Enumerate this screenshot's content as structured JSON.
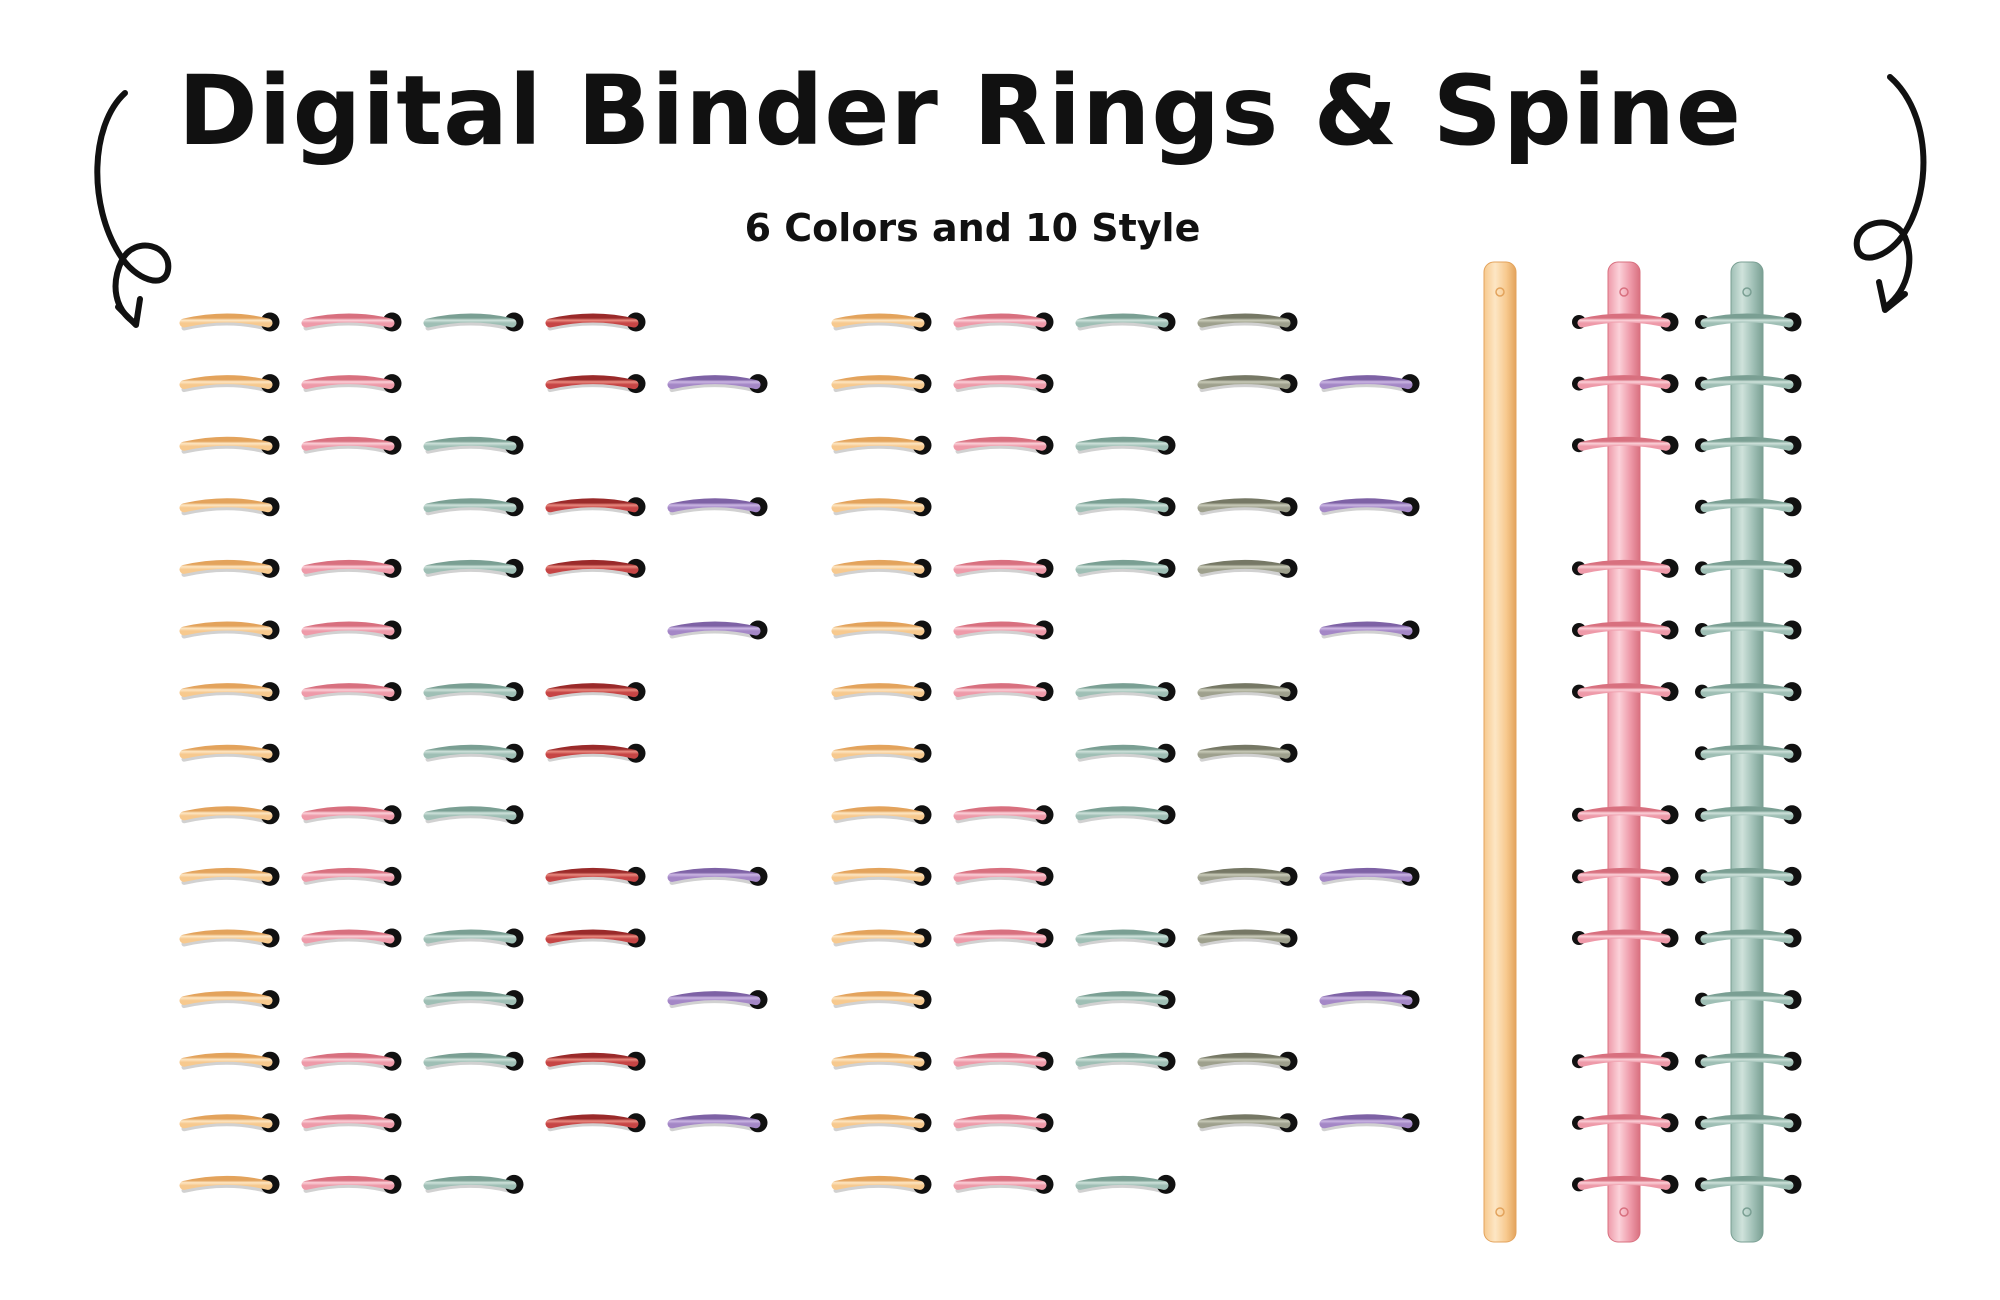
{
  "header": {
    "title": "Digital Binder Rings & Spine",
    "subtitle": "6 Colors and 10 Style"
  },
  "colors": {
    "peach": {
      "main": "#f7c98e",
      "light": "#fde6c4",
      "dark": "#e3a35c"
    },
    "pink": {
      "main": "#ee9aa9",
      "light": "#fbd1d9",
      "dark": "#d8707f"
    },
    "sage": {
      "main": "#9fbfb5",
      "light": "#cfe2db",
      "dark": "#7a9f93"
    },
    "red": {
      "main": "#c64545",
      "light": "#e98a80",
      "dark": "#9a2a2a"
    },
    "purple": {
      "main": "#a487c6",
      "light": "#cbb6e3",
      "dark": "#7e62a5"
    },
    "olive": {
      "main": "#9ea08d",
      "light": "#c9cbb9",
      "dark": "#767865"
    }
  },
  "ring_columns": [
    {
      "color": "peach",
      "rows": [
        1,
        1,
        1,
        1,
        1,
        1,
        1,
        1,
        1,
        1,
        1,
        1,
        1,
        1,
        1
      ]
    },
    {
      "color": "pink",
      "rows": [
        1,
        1,
        1,
        0,
        1,
        1,
        1,
        0,
        1,
        1,
        1,
        0,
        1,
        1,
        1
      ]
    },
    {
      "color": "sage",
      "rows": [
        1,
        0,
        1,
        1,
        1,
        0,
        1,
        1,
        1,
        0,
        1,
        1,
        1,
        0,
        1
      ]
    },
    {
      "color": "red",
      "rows": [
        1,
        1,
        0,
        1,
        1,
        0,
        1,
        1,
        0,
        1,
        1,
        0,
        1,
        1,
        0
      ]
    },
    {
      "color": "purple",
      "rows": [
        0,
        1,
        0,
        1,
        0,
        1,
        0,
        0,
        0,
        1,
        0,
        1,
        0,
        1,
        0
      ]
    },
    {
      "color": "peach",
      "rows": [
        1,
        1,
        1,
        1,
        1,
        1,
        1,
        1,
        1,
        1,
        1,
        1,
        1,
        1,
        1
      ]
    },
    {
      "color": "pink",
      "rows": [
        1,
        1,
        1,
        0,
        1,
        1,
        1,
        0,
        1,
        1,
        1,
        0,
        1,
        1,
        1
      ]
    },
    {
      "color": "sage",
      "rows": [
        1,
        0,
        1,
        1,
        1,
        0,
        1,
        1,
        1,
        0,
        1,
        1,
        1,
        0,
        1
      ]
    },
    {
      "color": "olive",
      "rows": [
        1,
        1,
        0,
        1,
        1,
        0,
        1,
        1,
        0,
        1,
        1,
        0,
        1,
        1,
        0
      ]
    },
    {
      "color": "purple",
      "rows": [
        0,
        1,
        0,
        1,
        0,
        1,
        0,
        0,
        0,
        1,
        0,
        1,
        0,
        1,
        0
      ]
    }
  ],
  "spines": [
    {
      "color": "peach",
      "rings": [
        0,
        0,
        0,
        0,
        0,
        0,
        0,
        0,
        0,
        0,
        0,
        0,
        0,
        0,
        0
      ]
    },
    {
      "color": "pink",
      "rings": [
        1,
        1,
        1,
        0,
        1,
        1,
        1,
        0,
        1,
        1,
        1,
        0,
        1,
        1,
        1
      ]
    },
    {
      "color": "sage",
      "rings": [
        1,
        1,
        1,
        1,
        1,
        1,
        1,
        1,
        1,
        1,
        1,
        1,
        1,
        1,
        1
      ]
    }
  ],
  "icons": {
    "left_arrow": "curly-arrow-down-left-icon",
    "right_arrow": "curly-arrow-down-right-icon"
  }
}
